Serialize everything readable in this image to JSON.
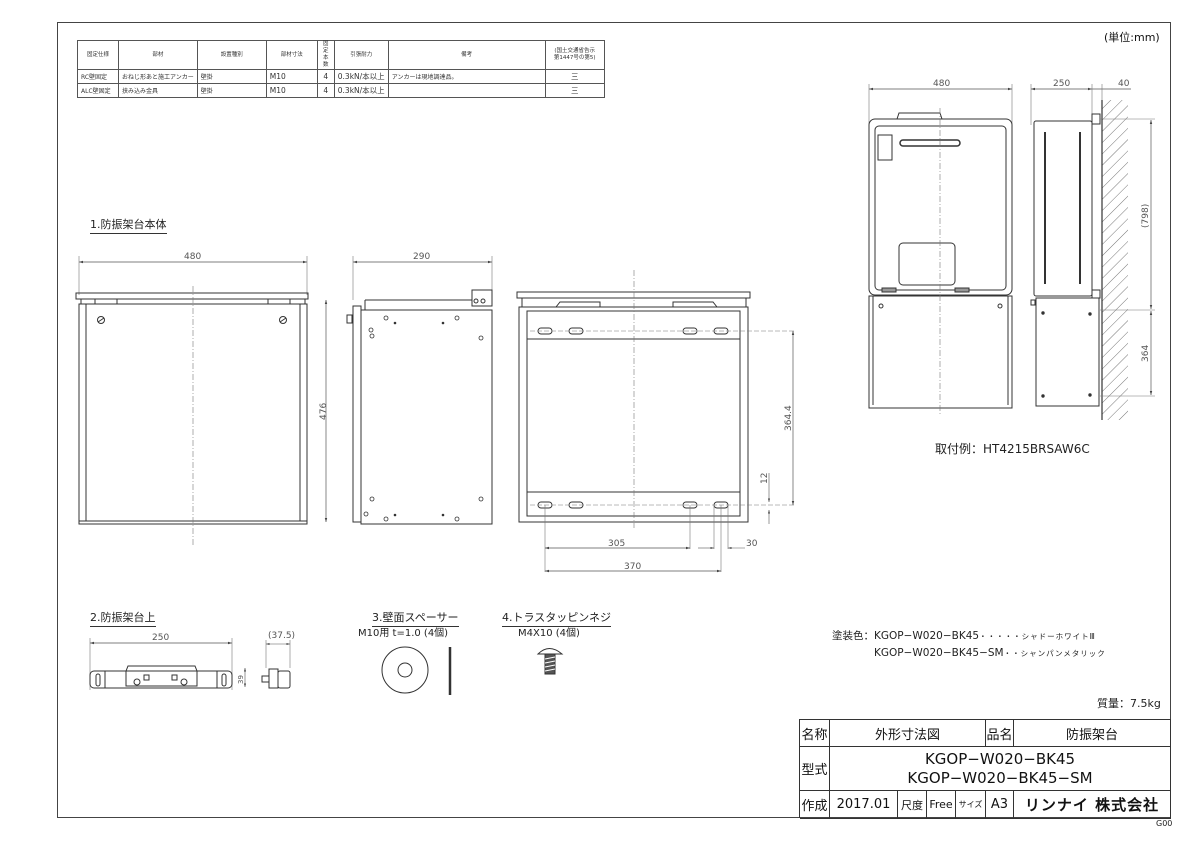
{
  "unit_label": "(単位:mm)",
  "spec_table": {
    "headers": [
      "固定仕様",
      "部材",
      "設置種別",
      "部材寸法",
      "固定\n本数",
      "引張耐力",
      "備考",
      "(国土交通省告示\n第1447号の第5)"
    ],
    "rows": [
      {
        "spec": "RC壁固定",
        "part": "おねじ形あと施工アンカー",
        "install": "壁掛",
        "size": "M10",
        "count": "4",
        "tensile": "0.3kN/本以上",
        "remarks": "アンカーは現地調達品。",
        "notice": "三"
      },
      {
        "spec": "ALC壁固定",
        "part": "挟み込み金具",
        "install": "壁掛",
        "size": "M10",
        "count": "4",
        "tensile": "0.3kN/本以上",
        "remarks": "",
        "notice": "三"
      }
    ]
  },
  "sections": {
    "s1": "1.防振架台本体",
    "s2": "2.防振架台上",
    "s3": "3.壁面スペーサー",
    "s3_sub": "M10用 t=1.0 (4個)",
    "s4": "4.トラスタッピンネジ",
    "s4_sub": "M4X10 (4個)"
  },
  "dimensions": {
    "front_width": "480",
    "front_height": "476",
    "side_depth": "290",
    "back_hole_v": "364.4",
    "back_hole_small": "12",
    "back_305": "305",
    "back_30": "30",
    "back_370": "370",
    "top_250": "250",
    "top_375": "(37.5)",
    "top_39": "39",
    "ex_width": "480",
    "ex_depth": "250",
    "ex_wall": "40",
    "ex_heater_h": "(798)",
    "ex_stand_h": "364"
  },
  "mounting_example": "取付例：HT4215BRSAW6C",
  "paint": {
    "label": "塗装色：",
    "line1_model": "KGOP−W020−BK45",
    "line1_color": "・・・・・シャドーホワイトⅢ",
    "line2_model": "KGOP−W020−BK45−SM",
    "line2_color": "・・シャンパンメタリック"
  },
  "mass": "質量：7.5kg",
  "title_block": {
    "name_label": "名称",
    "name_value": "外形寸法図",
    "product_label": "品名",
    "product_value": "防振架台",
    "model_label": "型式",
    "model_1": "KGOP−W020−BK45",
    "model_2": "KGOP−W020−BK45−SM",
    "created_label": "作成",
    "created_value": "2017.01",
    "scale_label": "尺度",
    "scale_value": "Free",
    "size_label": "サイズ",
    "size_value": "A3",
    "company": "リンナイ 株式会社"
  },
  "sheet_code": "G00"
}
